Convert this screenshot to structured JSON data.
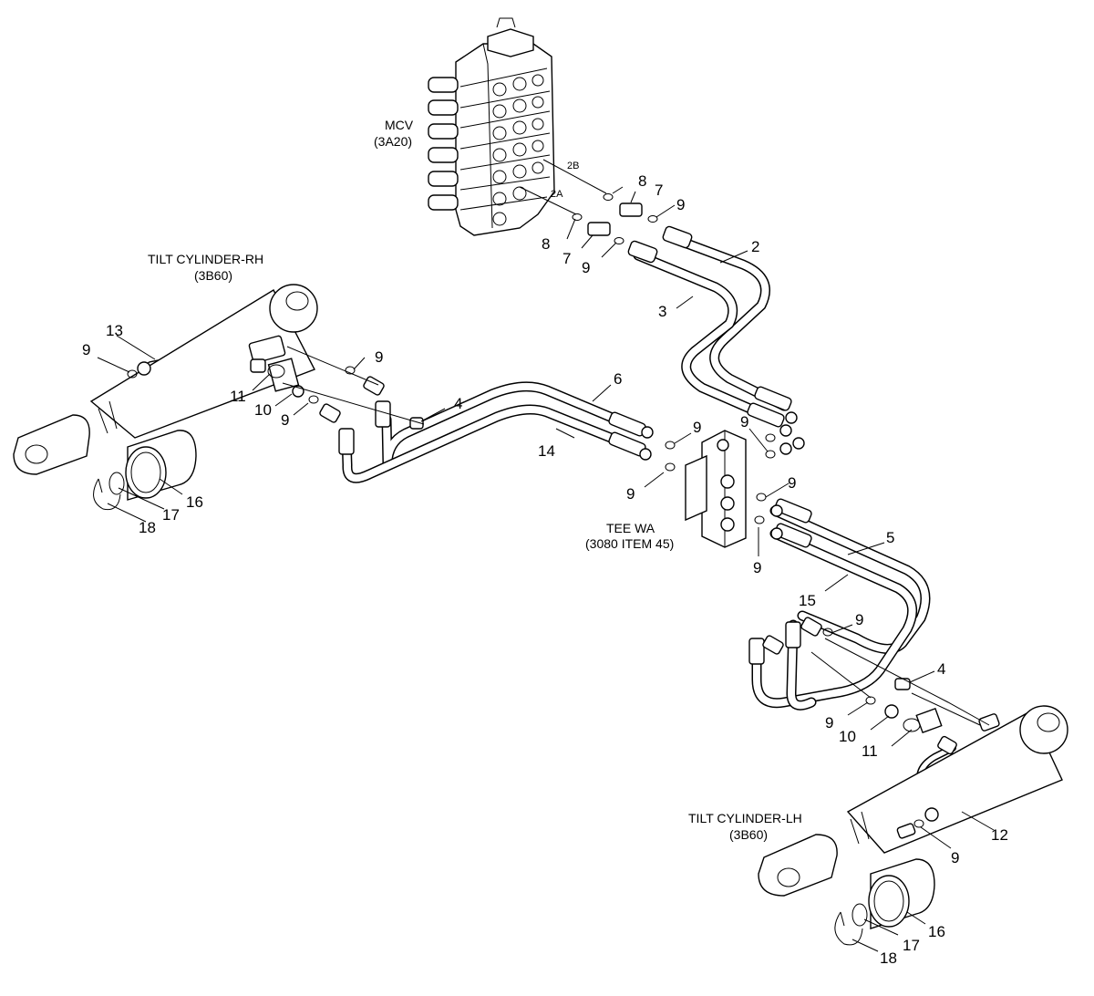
{
  "labels": {
    "mcv_name": "MCV",
    "mcv_code": "(3A20)",
    "tilt_rh_name": "TILT CYLINDER-RH",
    "tilt_rh_code": "(3B60)",
    "tilt_lh_name": "TILT CYLINDER-LH",
    "tilt_lh_code": "(3B60)",
    "tee_name": "TEE WA",
    "tee_code": "(3080 ITEM 45)"
  },
  "ports": {
    "port_2a": "2A",
    "port_2b": "2B"
  },
  "callouts": {
    "c2": "2",
    "c3": "3",
    "c4": "4",
    "c5": "5",
    "c6": "6",
    "c7": "7",
    "c8": "8",
    "c9": "9",
    "c10": "10",
    "c11": "11",
    "c12": "12",
    "c13": "13",
    "c14": "14",
    "c15": "15",
    "c16": "16",
    "c17": "17",
    "c18": "18"
  }
}
